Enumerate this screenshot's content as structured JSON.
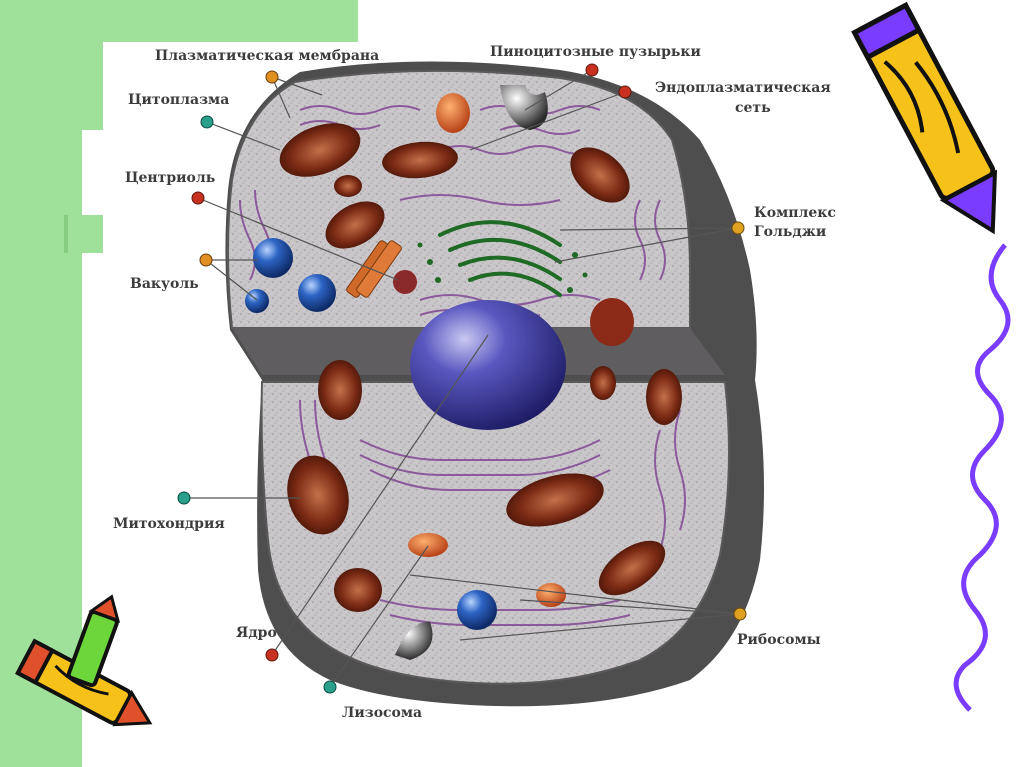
{
  "labels": {
    "plasma_membrane": "Плазматическая мембрана",
    "pinocytic_vesicles": "Пиноцитозные пузырьки",
    "er_line1": "Эндоплазматическая",
    "er_line2": "сеть",
    "cytoplasm": "Цитоплазма",
    "centriole": "Центриоль",
    "golgi_line1": "Комплекс",
    "golgi_line2": "Гольджи",
    "vacuole": "Вакуоль",
    "mitochondria": "Митохондрия",
    "nucleus": "Ядро",
    "ribosomes": "Рибосомы",
    "lysosome": "Лизосома"
  },
  "colors": {
    "slide_green": "#9fe09a",
    "cytoplasm": "#c9c6c9",
    "membrane_shadow": "#4e4e4e",
    "mitochondria": "#7a2a14",
    "nucleus": "#3d3a9c",
    "vacuole": "#2c5fb0",
    "golgi": "#1f6a24",
    "er": "#8a5a9a",
    "pencil_yellow": "#f6c21a",
    "pencil_purple": "#7a3cff",
    "squiggle": "#7a3cff"
  },
  "icons": [
    "pencil-icon",
    "pencil-icon",
    "squiggle-line"
  ]
}
